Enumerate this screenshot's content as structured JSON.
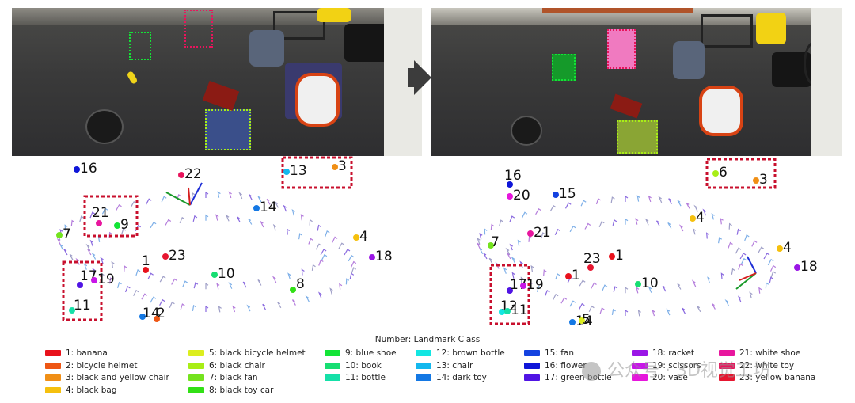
{
  "legend": {
    "title": "Number: Landmark Class",
    "items": [
      {
        "label": "1: banana",
        "color": "#e8111b"
      },
      {
        "label": "2: bicycle helmet",
        "color": "#ee5614"
      },
      {
        "label": "3: black and yellow chair",
        "color": "#f08f16"
      },
      {
        "label": "4: black bag",
        "color": "#f5c00e"
      },
      {
        "label": "5: black bicycle helmet",
        "color": "#dcee1e"
      },
      {
        "label": "6: black chair",
        "color": "#a8ee16"
      },
      {
        "label": "7: black fan",
        "color": "#74e31e"
      },
      {
        "label": "8: black toy car",
        "color": "#32e016"
      },
      {
        "label": "9: blue shoe",
        "color": "#13e436"
      },
      {
        "label": "10: book",
        "color": "#17de72"
      },
      {
        "label": "11: bottle",
        "color": "#15e0a8"
      },
      {
        "label": "12: brown bottle",
        "color": "#13e6e2"
      },
      {
        "label": "13: chair",
        "color": "#14b8ee"
      },
      {
        "label": "14: dark toy",
        "color": "#1478e4"
      },
      {
        "label": "15: fan",
        "color": "#1442e0"
      },
      {
        "label": "16: flower",
        "color": "#0f16d8"
      },
      {
        "label": "17: green bottle",
        "color": "#5014e4"
      },
      {
        "label": "18: racket",
        "color": "#9a16e6"
      },
      {
        "label": "19: scissors",
        "color": "#c816e8"
      },
      {
        "label": "20: vase",
        "color": "#e616dc"
      },
      {
        "label": "21: white shoe",
        "color": "#e8169e"
      },
      {
        "label": "22: white toy",
        "color": "#e8145c"
      },
      {
        "label": "23: yellow banana",
        "color": "#e61630"
      }
    ]
  },
  "maps": [
    {
      "landmarks": [
        {
          "id": "16",
          "color": "#0f16d8"
        },
        {
          "id": "22",
          "color": "#e8145c"
        },
        {
          "id": "13",
          "color": "#14b8ee"
        },
        {
          "id": "3",
          "color": "#f08f16"
        },
        {
          "id": "21",
          "color": "#e8169e"
        },
        {
          "id": "9",
          "color": "#13e436"
        },
        {
          "id": "7",
          "color": "#74e31e"
        },
        {
          "id": "14",
          "color": "#1478e4"
        },
        {
          "id": "4",
          "color": "#f5c00e"
        },
        {
          "id": "18",
          "color": "#9a16e6"
        },
        {
          "id": "1",
          "color": "#e8111b"
        },
        {
          "id": "23",
          "color": "#e61630"
        },
        {
          "id": "10",
          "color": "#17de72"
        },
        {
          "id": "17",
          "color": "#5014e4"
        },
        {
          "id": "19",
          "color": "#c816e8"
        },
        {
          "id": "8",
          "color": "#32e016"
        },
        {
          "id": "11",
          "color": "#15e0a8"
        },
        {
          "id": "14",
          "color": "#1478e4"
        },
        {
          "id": "2",
          "color": "#ee5614"
        }
      ]
    },
    {
      "landmarks": [
        {
          "id": "16",
          "color": "#0f16d8"
        },
        {
          "id": "20",
          "color": "#e616dc"
        },
        {
          "id": "15",
          "color": "#1442e0"
        },
        {
          "id": "6",
          "color": "#a8ee16"
        },
        {
          "id": "3",
          "color": "#f08f16"
        },
        {
          "id": "4",
          "color": "#f5c00e"
        },
        {
          "id": "7",
          "color": "#74e31e"
        },
        {
          "id": "21",
          "color": "#e8169e"
        },
        {
          "id": "4",
          "color": "#f5c00e"
        },
        {
          "id": "18",
          "color": "#9a16e6"
        },
        {
          "id": "23",
          "color": "#e61630"
        },
        {
          "id": "1",
          "color": "#e8111b"
        },
        {
          "id": "1",
          "color": "#e8111b"
        },
        {
          "id": "10",
          "color": "#17de72"
        },
        {
          "id": "17",
          "color": "#5014e4"
        },
        {
          "id": "19",
          "color": "#c816e8"
        },
        {
          "id": "12",
          "color": "#13e6e2"
        },
        {
          "id": "11",
          "color": "#15e0a8"
        },
        {
          "id": "14",
          "color": "#1478e4"
        },
        {
          "id": "5",
          "color": "#dcee1e"
        }
      ]
    }
  ],
  "watermark": "公众号 · 3D视觉工坊"
}
